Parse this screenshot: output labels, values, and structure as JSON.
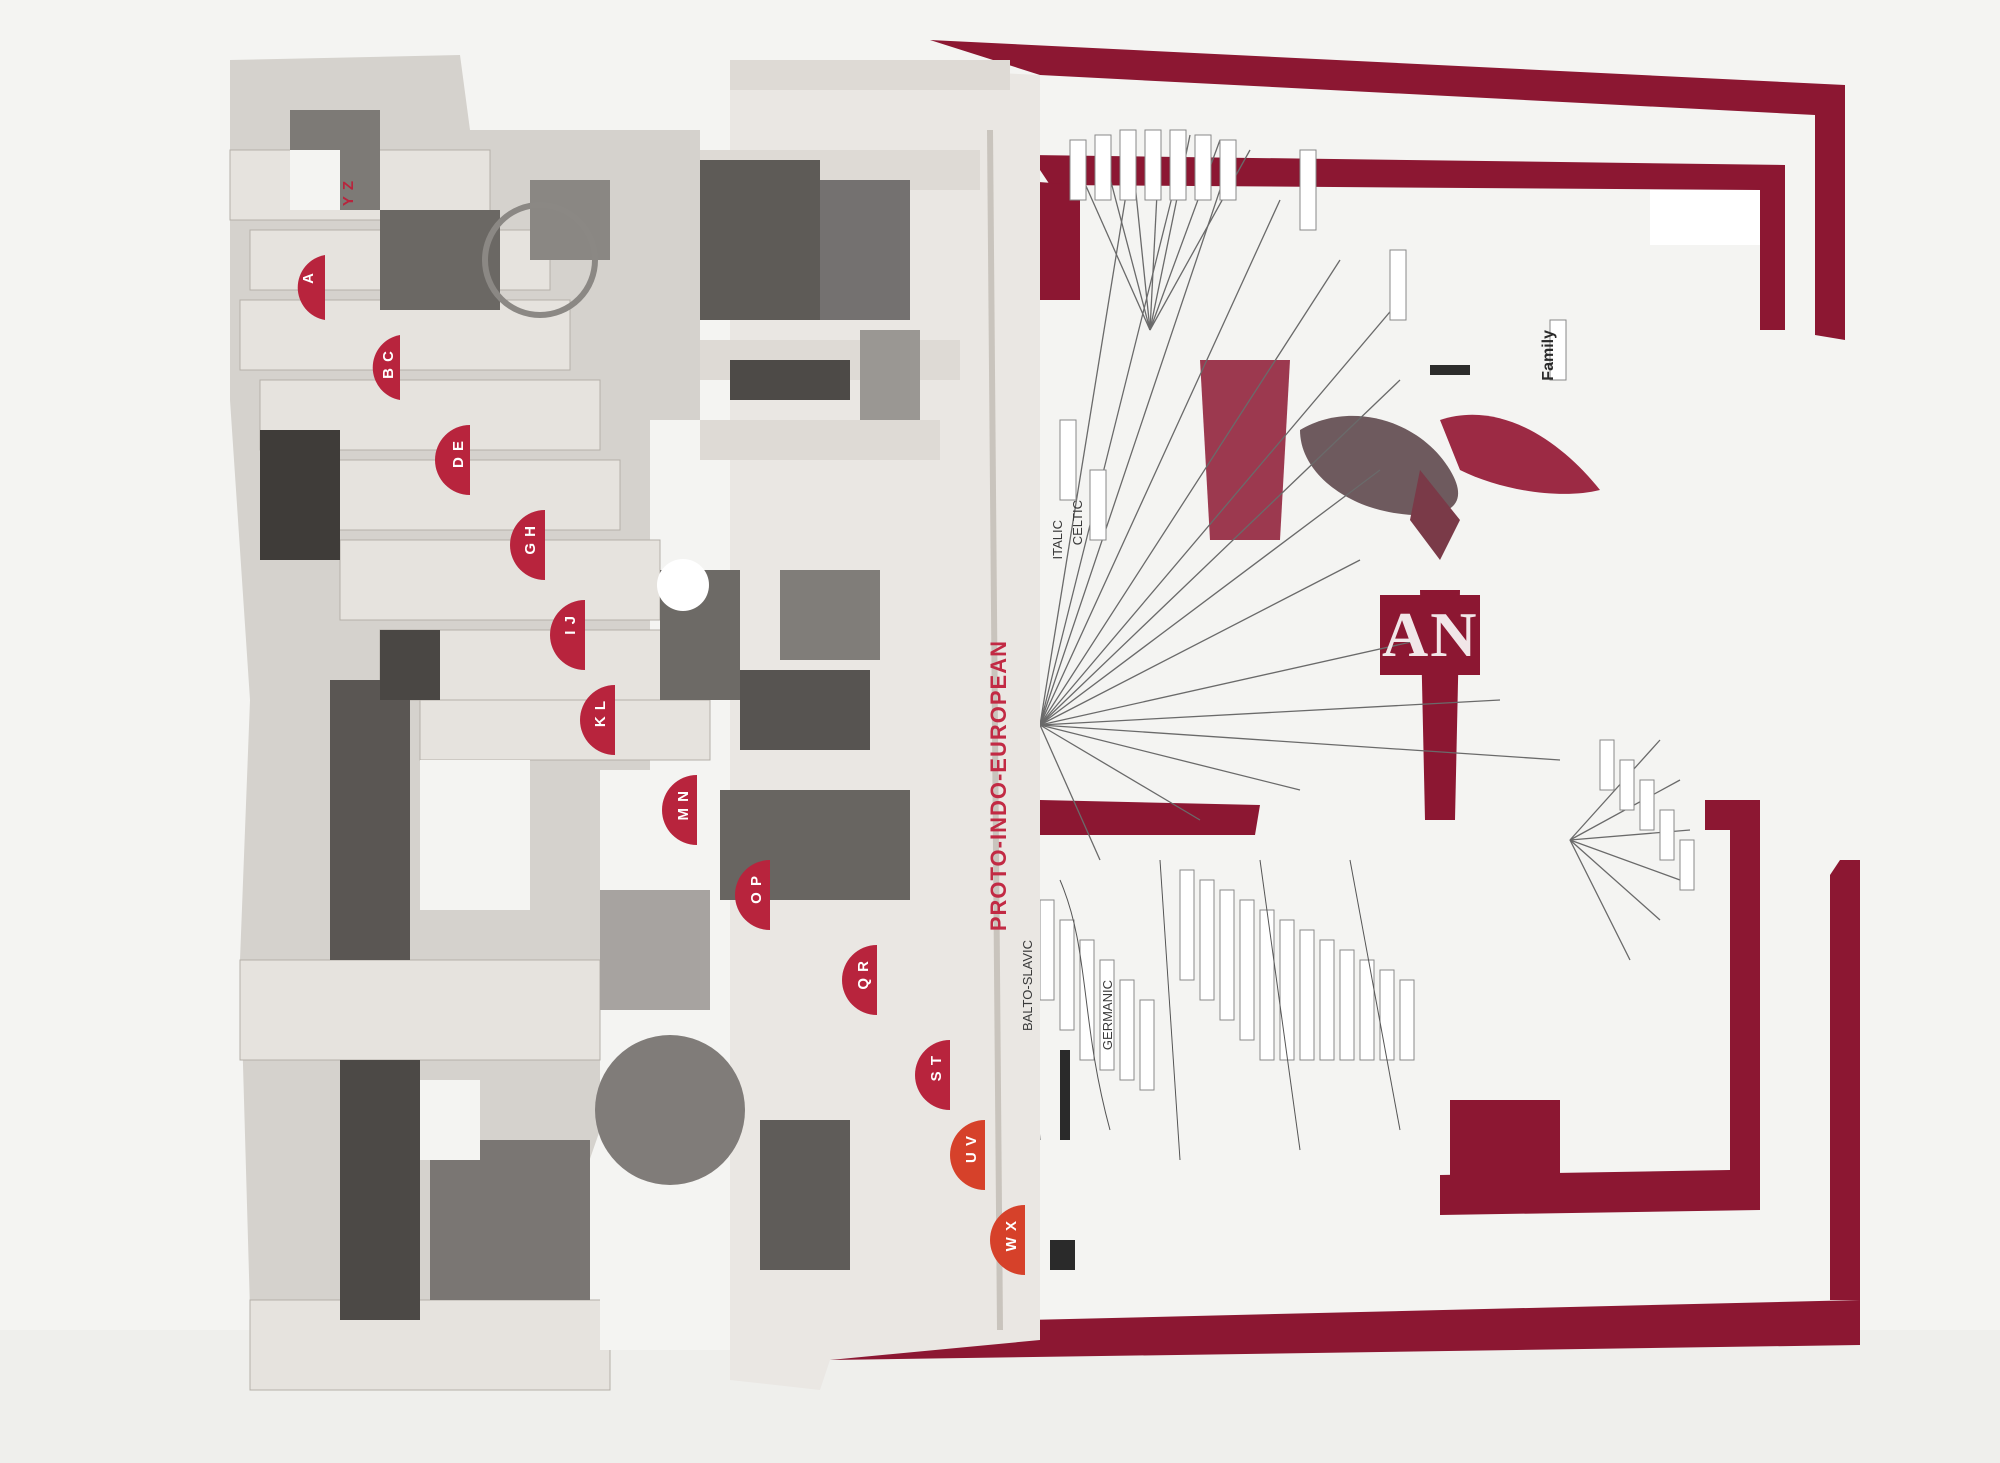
{
  "artwork": {
    "spine_title": "PROTO-INDO-EUROPEAN",
    "brand_text": "AN",
    "family_label": "Family",
    "branch_labels": [
      "ITALIC",
      "CELTIC",
      "GERMANIC",
      "BALTO-SLAVIC"
    ],
    "index_tabs": [
      "A",
      "B C",
      "D E",
      "G H",
      "I J",
      "K L",
      "M N",
      "O P",
      "Q R",
      "S T",
      "U V",
      "W X",
      "Y Z"
    ],
    "colors": {
      "cover_red": "#8c1732",
      "tab_red": "#b8243d",
      "tab_orange": "#d6412a",
      "paper": "#efedea",
      "background": "#f4f4f2"
    },
    "icons": [
      "winged-figure-icon",
      "tree-diagram-icon"
    ]
  }
}
